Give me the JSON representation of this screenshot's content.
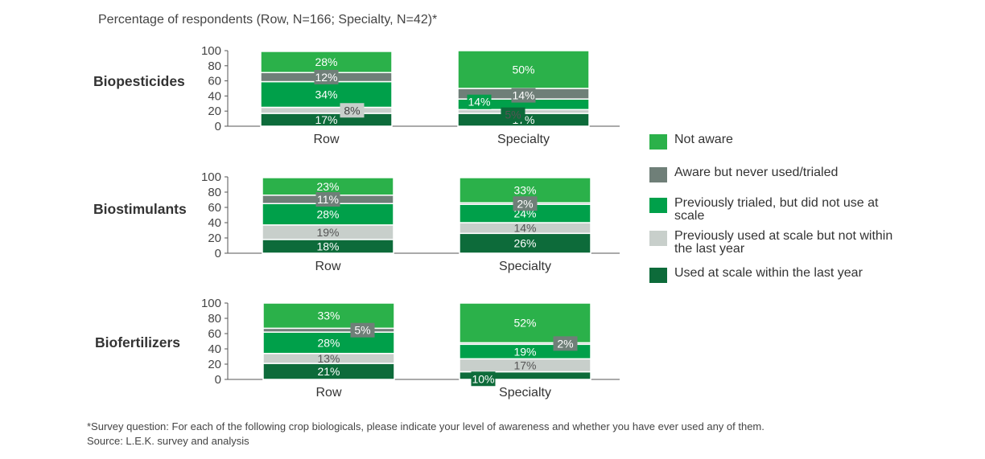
{
  "subtitle": "Percentage of respondents (Row, N=166; Specialty, N=42)*",
  "colors": {
    "not_aware": "#2bb14a",
    "aware_never_used": "#6f7f78",
    "trialed_not_scale": "#00a04a",
    "used_scale_not_last_year": "#c8cfcb",
    "used_scale_last_year": "#0d6b3a"
  },
  "legend": [
    {
      "key": "not_aware",
      "label": "Not aware"
    },
    {
      "key": "aware_never_used",
      "label": "Aware but never used/trialed"
    },
    {
      "key": "trialed_not_scale",
      "label": "Previously trialed, but did not use at scale"
    },
    {
      "key": "used_scale_not_last_year",
      "label": "Previously used at scale but not within the last year"
    },
    {
      "key": "used_scale_last_year",
      "label": "Used at scale within the last year"
    }
  ],
  "footnote": {
    "survey": "*Survey question: For each of the following crop biologicals, please indicate your level of awareness and whether you have ever used any of them.",
    "source": "Source: L.E.K. survey and analysis"
  },
  "chart_data": [
    {
      "type": "bar",
      "stacked": true,
      "title": "Biopesticides",
      "categories": [
        "Row",
        "Specialty"
      ],
      "yticks": [
        "0",
        "20",
        "40",
        "60",
        "80",
        "100"
      ],
      "ylim": [
        0,
        100
      ],
      "series": [
        {
          "name": "Used at scale within the last year",
          "key": "used_scale_last_year",
          "values": [
            17,
            17
          ],
          "labels": [
            "17%",
            "17%"
          ]
        },
        {
          "name": "Previously used at scale but not within the last year",
          "key": "used_scale_not_last_year",
          "values": [
            8,
            5
          ],
          "labels": [
            "8%",
            "5%"
          ]
        },
        {
          "name": "Previously trialed, but did not use at scale",
          "key": "trialed_not_scale",
          "values": [
            34,
            14
          ],
          "labels": [
            "34%",
            "14%"
          ]
        },
        {
          "name": "Aware but never used/trialed",
          "key": "aware_never_used",
          "values": [
            12,
            14
          ],
          "labels": [
            "12%",
            "14%"
          ]
        },
        {
          "name": "Not aware",
          "key": "not_aware",
          "values": [
            28,
            50
          ],
          "labels": [
            "28%",
            "50%"
          ]
        }
      ]
    },
    {
      "type": "bar",
      "stacked": true,
      "title": "Biostimulants",
      "categories": [
        "Row",
        "Specialty"
      ],
      "yticks": [
        "0",
        "20",
        "40",
        "60",
        "80",
        "100"
      ],
      "ylim": [
        0,
        100
      ],
      "series": [
        {
          "name": "Used at scale within the last year",
          "key": "used_scale_last_year",
          "values": [
            18,
            26
          ],
          "labels": [
            "18%",
            "26%"
          ]
        },
        {
          "name": "Previously used at scale but not within the last year",
          "key": "used_scale_not_last_year",
          "values": [
            19,
            14
          ],
          "labels": [
            "19%",
            "14%"
          ]
        },
        {
          "name": "Previously trialed, but did not use at scale",
          "key": "trialed_not_scale",
          "values": [
            28,
            24
          ],
          "labels": [
            "28%",
            "24%"
          ]
        },
        {
          "name": "Aware but never used/trialed",
          "key": "aware_never_used",
          "values": [
            11,
            2
          ],
          "labels": [
            "11%",
            "2%"
          ]
        },
        {
          "name": "Not aware",
          "key": "not_aware",
          "values": [
            23,
            33
          ],
          "labels": [
            "23%",
            "33%"
          ]
        }
      ]
    },
    {
      "type": "bar",
      "stacked": true,
      "title": "Biofertilizers",
      "categories": [
        "Row",
        "Specialty"
      ],
      "yticks": [
        "0",
        "20",
        "40",
        "60",
        "80",
        "100"
      ],
      "ylim": [
        0,
        100
      ],
      "series": [
        {
          "name": "Used at scale within the last year",
          "key": "used_scale_last_year",
          "values": [
            21,
            10
          ],
          "labels": [
            "21%",
            "10%"
          ]
        },
        {
          "name": "Previously used at scale but not within the last year",
          "key": "used_scale_not_last_year",
          "values": [
            13,
            17
          ],
          "labels": [
            "13%",
            "17%"
          ]
        },
        {
          "name": "Previously trialed, but did not use at scale",
          "key": "trialed_not_scale",
          "values": [
            28,
            19
          ],
          "labels": [
            "28%",
            "19%"
          ]
        },
        {
          "name": "Aware but never used/trialed",
          "key": "aware_never_used",
          "values": [
            5,
            2
          ],
          "labels": [
            "5%",
            "2%"
          ]
        },
        {
          "name": "Not aware",
          "key": "not_aware",
          "values": [
            33,
            52
          ],
          "labels": [
            "33%",
            "52%"
          ]
        }
      ]
    }
  ]
}
